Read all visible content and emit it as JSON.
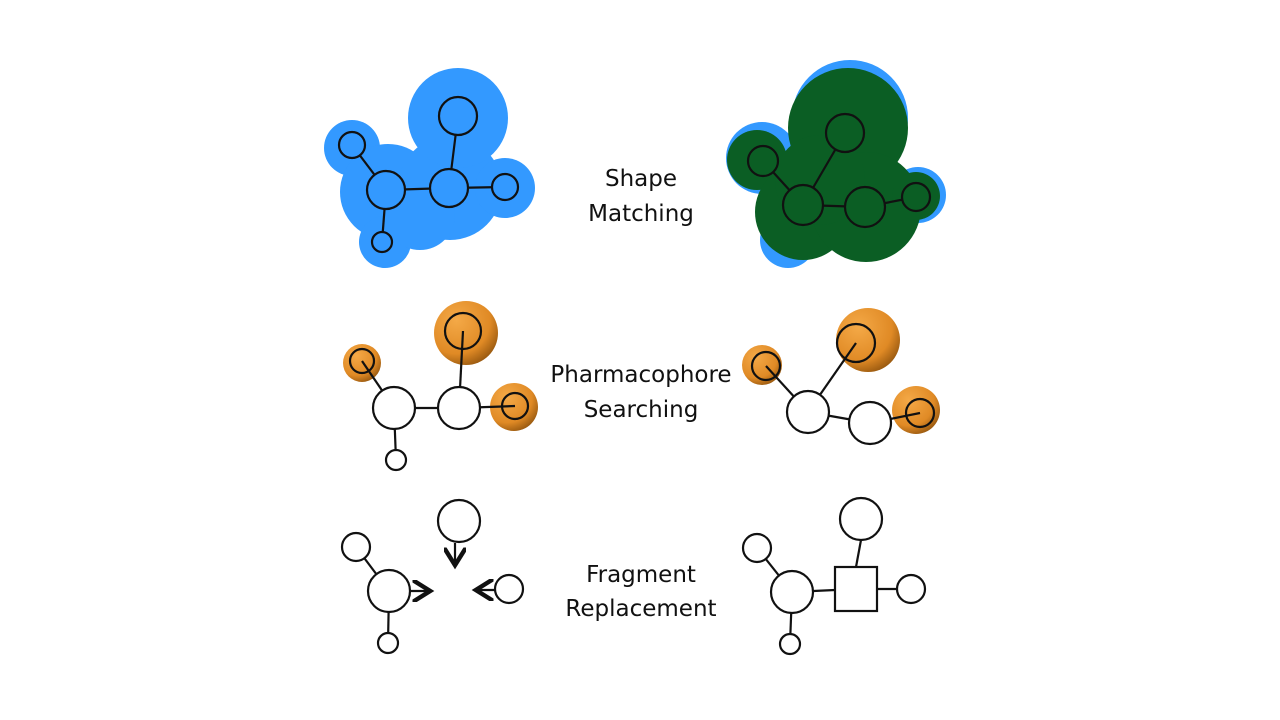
{
  "colors": {
    "blob_blue": "#3399ff",
    "blob_green": "#0b5e24",
    "pharmacophore_orange": "#e8922e",
    "stroke": "#111111",
    "background": "#ffffff"
  },
  "rows": [
    {
      "id": "shape",
      "label_line1": "Shape",
      "label_line2": "Matching"
    },
    {
      "id": "pharma",
      "label_line1": "Pharmacophore",
      "label_line2": "Searching"
    },
    {
      "id": "fragment",
      "label_line1": "Fragment",
      "label_line2": "Replacement"
    }
  ]
}
